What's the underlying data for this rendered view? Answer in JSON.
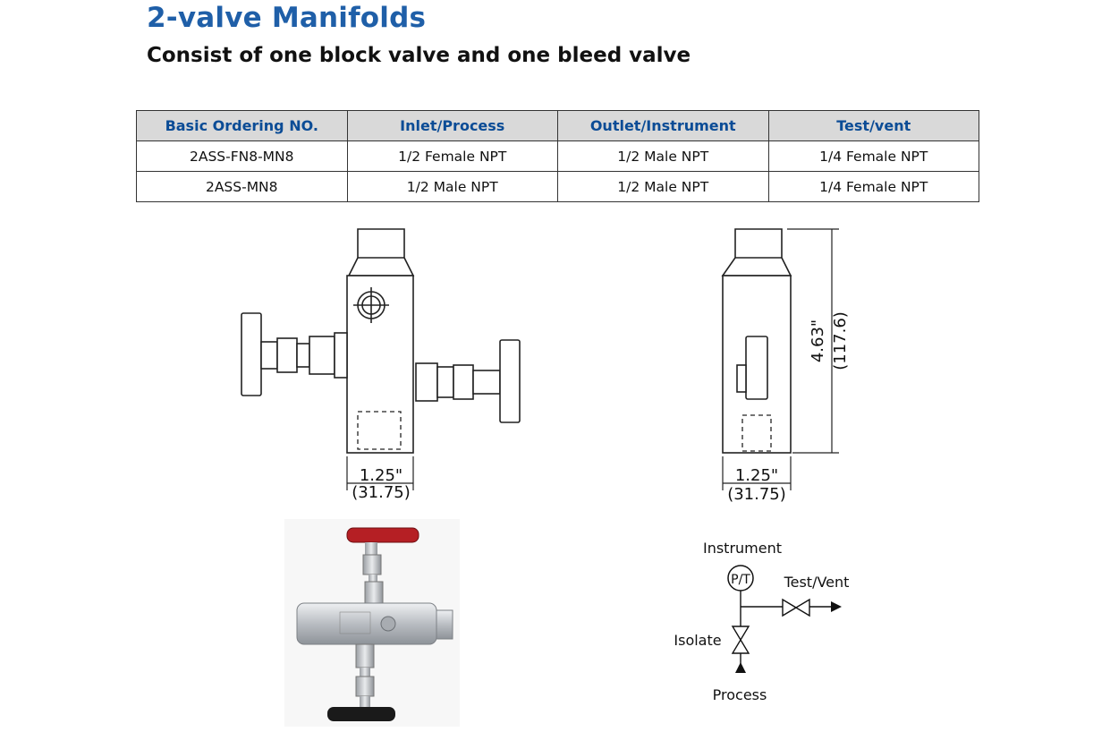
{
  "page": {
    "title": "2-valve Manifolds",
    "subtitle": "Consist of one block valve and one bleed valve"
  },
  "table": {
    "headers": [
      "Basic Ordering NO.",
      "Inlet/Process",
      "Outlet/Instrument",
      "Test/vent"
    ],
    "rows": [
      [
        "2ASS-FN8-MN8",
        "1/2 Female NPT",
        "1/2 Male NPT",
        "1/4 Female NPT"
      ],
      [
        "2ASS-MN8",
        "1/2 Male NPT",
        "1/2 Male NPT",
        "1/4 Female NPT"
      ]
    ]
  },
  "front_drawing": {
    "width_in": "1.25\"",
    "width_mm": "(31.75)"
  },
  "side_drawing": {
    "width_in": "1.25\"",
    "width_mm": "(31.75)",
    "height_in": "4.63\"",
    "height_mm": "(117.6)"
  },
  "schematic": {
    "instrument": "Instrument",
    "gauge_symbol": "P/T",
    "test_vent": "Test/Vent",
    "isolate": "Isolate",
    "process": "Process"
  },
  "photo": {
    "handle_top_color": "#b51f24",
    "handle_bottom_color": "#1a1a1a",
    "body_color": "#c9ccd0"
  }
}
